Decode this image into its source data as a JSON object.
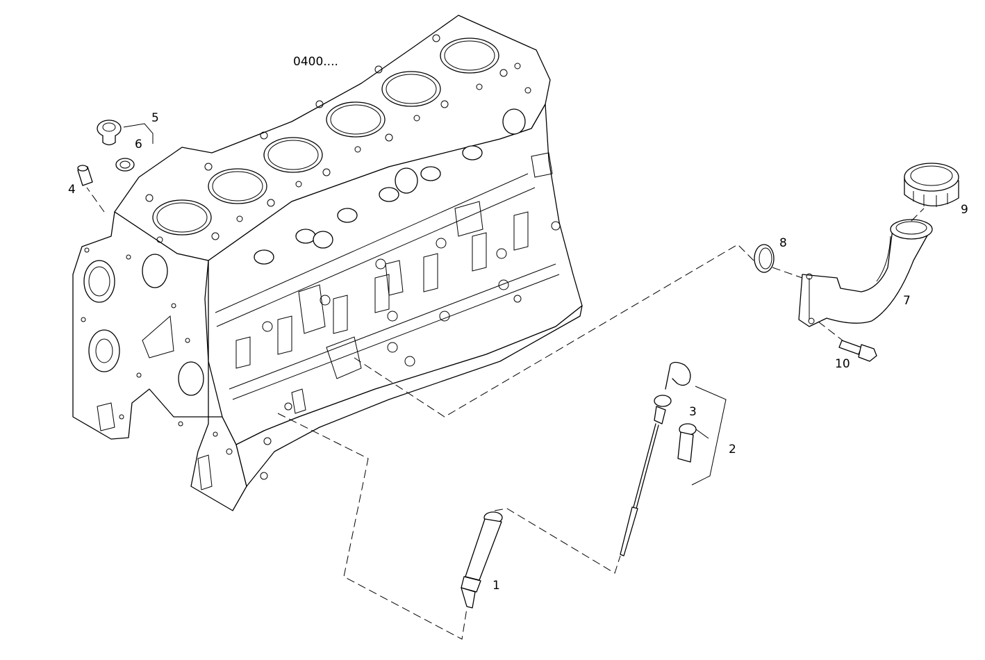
{
  "diagram": {
    "group_code": "0400....",
    "callouts": [
      {
        "id": "c1",
        "label": "1"
      },
      {
        "id": "c2",
        "label": "2"
      },
      {
        "id": "c3",
        "label": "3"
      },
      {
        "id": "c4",
        "label": "4"
      },
      {
        "id": "c5",
        "label": "5"
      },
      {
        "id": "c6",
        "label": "6"
      },
      {
        "id": "c7",
        "label": "7"
      },
      {
        "id": "c8",
        "label": "8"
      },
      {
        "id": "c9",
        "label": "9"
      },
      {
        "id": "c10",
        "label": "10"
      }
    ]
  }
}
